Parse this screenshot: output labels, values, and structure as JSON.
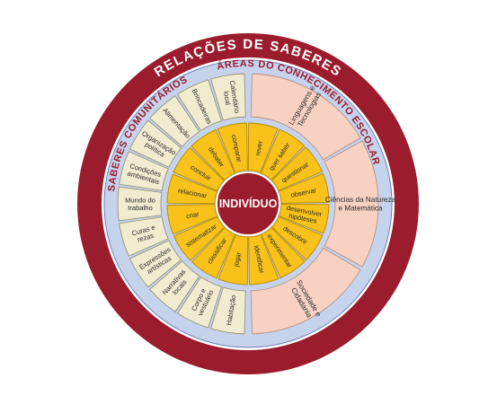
{
  "diagram": {
    "outer_title": "RELAÇÕES DE SABERES",
    "left_arc_title": "SABERES COMUNITÁRIOS",
    "right_arc_title": "ÁREAS DO CONHECIMENTO ESCOLAR",
    "center_label": "INDIVÍDUO",
    "community_knowledge": [
      [
        "Calendário",
        "local"
      ],
      [
        "Brincadeiras"
      ],
      [
        "Alimentação"
      ],
      [
        "Organização",
        "política"
      ],
      [
        "Condições",
        "ambientais"
      ],
      [
        "Mundo do",
        "trabalho"
      ],
      [
        "Curas e",
        "rezas"
      ],
      [
        "Expressões",
        "artísticas"
      ],
      [
        "Narrativas",
        "locais"
      ],
      [
        "Corpo e",
        "vestuário"
      ],
      [
        "Habitação"
      ]
    ],
    "school_areas": [
      [
        "Linguagens e",
        "Tecnologias"
      ],
      [
        "Ciências da Natureza",
        "e Matemática"
      ],
      [
        "Sociedade e",
        "Cidadania"
      ]
    ],
    "actions": [
      [
        "rever"
      ],
      [
        "quer saber"
      ],
      [
        "questionar"
      ],
      [
        "observar"
      ],
      [
        "desenvolver",
        "hipóteses"
      ],
      [
        "descobrir"
      ],
      [
        "experimentar"
      ],
      [
        "identificar"
      ],
      [
        "jogar"
      ],
      [
        "classificar"
      ],
      [
        "sistematizar"
      ],
      [
        "criar"
      ],
      [
        "relacionar"
      ],
      [
        "concluir"
      ],
      [
        "debater"
      ],
      [
        "comparar"
      ]
    ],
    "colors": {
      "outer_ring": "#9b1c2c",
      "blue_ring": "#c6d3ec",
      "blue_ring_stroke": "#6f7fb6",
      "community_fill": "#f1ecd0",
      "school_fill": "#f7d2c3",
      "action_fill": "#f8c21a",
      "action_stroke": "#b58a00",
      "center_fill": "#9b1c2c",
      "dark_text": "#2a2a2a",
      "white_text": "#ffffff"
    }
  }
}
